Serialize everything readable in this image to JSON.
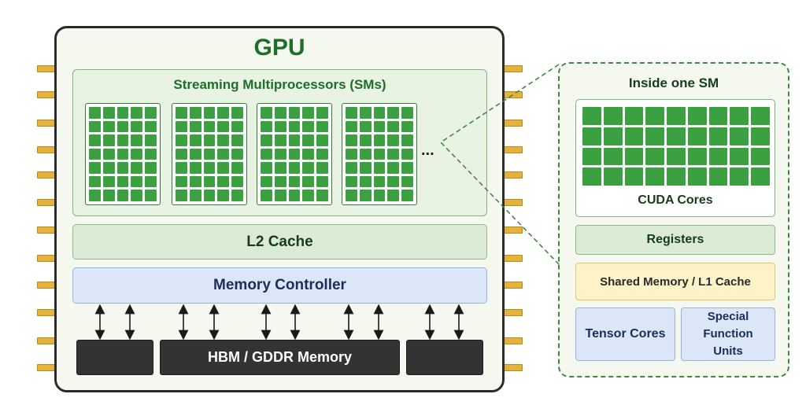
{
  "gpu": {
    "title": "GPU",
    "sm_section": {
      "title": "Streaming Multiprocessors (SMs)",
      "ellipsis": "..."
    },
    "l2_cache": "L2 Cache",
    "memory_controller": "Memory Controller",
    "memory": "HBM / GDDR Memory"
  },
  "sm_detail": {
    "title": "Inside one SM",
    "cuda_cores": "CUDA Cores",
    "registers": "Registers",
    "shared_memory": "Shared Memory / L1 Cache",
    "tensor_cores": "Tensor Cores",
    "special_function_units": "Special Function Units"
  },
  "colors": {
    "core_green": "#3aa040",
    "title_green": "#1e6e2a",
    "pin_gold": "#e5b33a",
    "memory_dark": "#333333"
  }
}
